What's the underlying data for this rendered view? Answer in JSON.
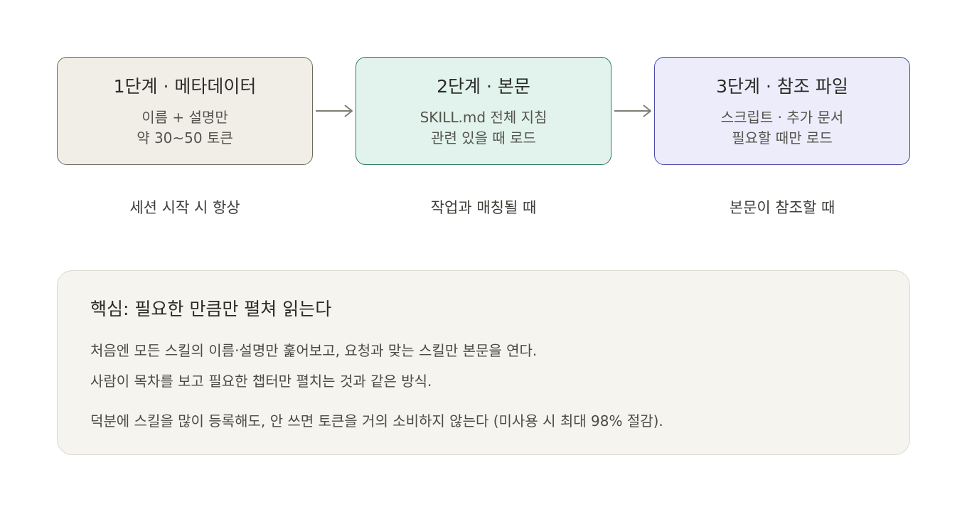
{
  "stages": [
    {
      "title": "1단계 · 메타데이터",
      "line1": "이름 + 설명만",
      "line2": "약 30~50 토큰",
      "caption": "세션 시작 시 항상"
    },
    {
      "title": "2단계 · 본문",
      "line1": "SKILL.md 전체 지침",
      "line2": "관련 있을 때 로드",
      "caption": "작업과 매칭될 때"
    },
    {
      "title": "3단계 · 참조 파일",
      "line1": "스크립트 · 추가 문서",
      "line2": "필요할 때만 로드",
      "caption": "본문이 참조할 때"
    }
  ],
  "note": {
    "title": "핵심: 필요한 만큼만 펼쳐 읽는다",
    "line1": "처음엔 모든 스킬의 이름·설명만 훑어보고, 요청과 맞는 스킬만 본문을 연다.",
    "line2": "사람이 목차를 보고 필요한 챕터만 펼치는 것과 같은 방식.",
    "line3": "덕분에 스킬을 많이 등록해도, 안 쓰면 토큰을 거의 소비하지 않는다 (미사용 시 최대 98% 절감)."
  },
  "colors": {
    "stage1_fill": "#f1eee7",
    "stage2_fill": "#e1f3ec",
    "stage3_fill": "#ececfb",
    "arrow": "#807d75"
  }
}
